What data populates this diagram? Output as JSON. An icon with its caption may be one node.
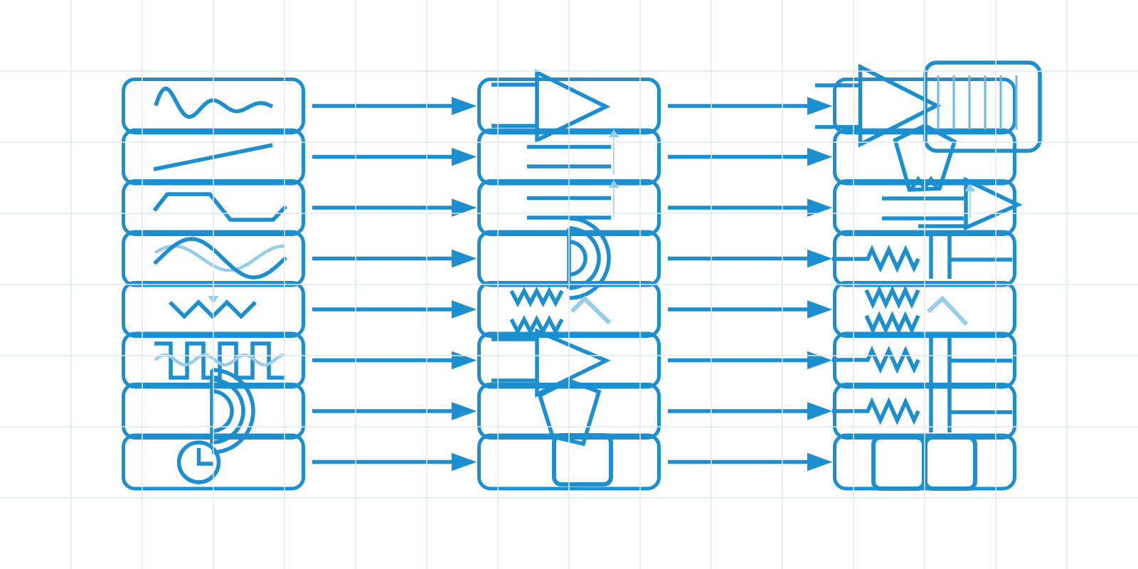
{
  "diagram": {
    "nodes": [
      {
        "text": [],
        "shape": "box"
      },
      {
        "text": [],
        "shape": "box"
      },
      {
        "text": [],
        "shape": "box"
      },
      {
        "text": [],
        "shape": "box"
      },
      {
        "text": [],
        "shape": "box"
      },
      {
        "text": [],
        "shape": "box"
      },
      {
        "text": [],
        "shape": "box"
      },
      {
        "text": [],
        "shape": "box"
      },
      {
        "text": [],
        "shape": "box"
      },
      {
        "text": [],
        "shape": "box"
      },
      {
        "text": [],
        "shape": "box"
      },
      {
        "text": [],
        "shape": "box"
      },
      {
        "text": [],
        "shape": "box"
      },
      {
        "text": [],
        "shape": "box"
      },
      {
        "text": [],
        "shape": "box"
      },
      {
        "text": [],
        "shape": "box"
      },
      {
        "text": [],
        "shape": "box"
      },
      {
        "text": [],
        "shape": "box"
      },
      {
        "text": [],
        "shape": "box"
      },
      {
        "text": [],
        "shape": "box"
      },
      {
        "text": [],
        "shape": "box"
      },
      {
        "text": [],
        "shape": "box"
      },
      {
        "text": [],
        "shape": "box"
      },
      {
        "text": [],
        "shape": "box"
      }
    ],
    "edges": [
      {
        "from": 0,
        "to": 1,
        "arrow": "to"
      },
      {
        "from": 1,
        "to": 2,
        "arrow": "to"
      },
      {
        "from": 3,
        "to": 4,
        "arrow": "to"
      },
      {
        "from": 4,
        "to": 5,
        "arrow": "to"
      },
      {
        "from": 6,
        "to": 7,
        "arrow": "to"
      },
      {
        "from": 7,
        "to": 8,
        "arrow": "to"
      },
      {
        "from": 9,
        "to": 10,
        "arrow": "to"
      },
      {
        "from": 10,
        "to": 11,
        "arrow": "to"
      },
      {
        "from": 12,
        "to": 13,
        "arrow": "to"
      },
      {
        "from": 13,
        "to": 14,
        "arrow": "to"
      },
      {
        "from": 15,
        "to": 16,
        "arrow": "to"
      },
      {
        "from": 16,
        "to": 17,
        "arrow": "to"
      },
      {
        "from": 18,
        "to": 19,
        "arrow": "to"
      },
      {
        "from": 19,
        "to": 20,
        "arrow": "to"
      },
      {
        "from": 21,
        "to": 22,
        "arrow": "to"
      },
      {
        "from": 22,
        "to": 23,
        "arrow": "to"
      },
      {
        "from": 4,
        "to": 1,
        "arrow": "to",
        "color": "#96cde8"
      },
      {
        "from": 9,
        "to": 12,
        "arrow": "to",
        "color": "#96cde8"
      }
    ]
  }
}
